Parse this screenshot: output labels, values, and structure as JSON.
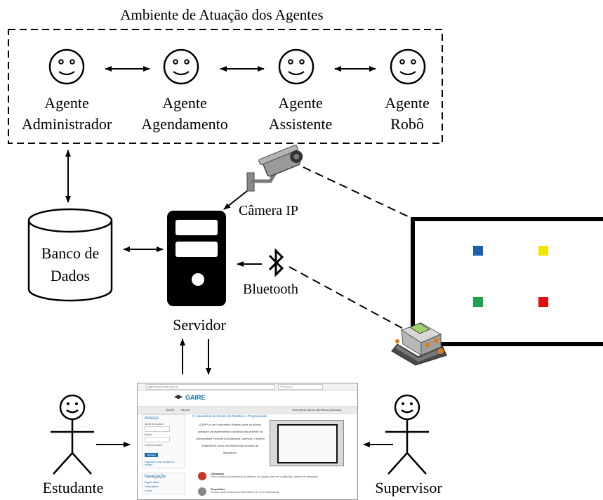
{
  "environment": {
    "title": "Ambiente de Atuação dos Agentes",
    "agents": [
      {
        "line1": "Agente",
        "line2": "Administrador"
      },
      {
        "line1": "Agente",
        "line2": "Agendamento"
      },
      {
        "line1": "Agente",
        "line2": "Assistente"
      },
      {
        "line1": "Agente",
        "line2": "Robô"
      }
    ]
  },
  "database": {
    "line1": "Banco de",
    "line2": "Dados"
  },
  "server": {
    "label": "Servidor"
  },
  "camera": {
    "label": "Câmera IP"
  },
  "bluetooth": {
    "label": "Bluetooth"
  },
  "actors": {
    "student": "Estudante",
    "supervisor": "Supervisor"
  },
  "arena": {
    "markers": [
      {
        "color": "#1f5fb0"
      },
      {
        "color": "#f2e600"
      },
      {
        "color": "#1aa34a"
      },
      {
        "color": "#e01010"
      }
    ]
  },
  "screenshot": {
    "url": "gaire.icomp.ufam.edu.br",
    "search_placeholder": "Pesquisar",
    "brand": "GAIRE",
    "nav_home": "GAIRE",
    "nav_menu": "Idioma",
    "nav_login": "Você ainda não se identificou (Acessar)",
    "access_title": "Acesso",
    "username_label": "Nome de usuário",
    "password_label": "Senha",
    "remember_label": "Lembrar usuário",
    "login_button": "Acesso",
    "forgot_link": "Esqueceu o seu usuário ou senha?",
    "navigation_title": "Navegação",
    "nav_links": [
      "Página inicial",
      "Notificações",
      "Cursos"
    ],
    "main_title": "O Laboratório de Ensino de Robótica e Programação",
    "main_text": "(LERP) é um Laboratório Remoto onde os alunos acessam os experimentos localizado fisicamente na Universidade Federal do Amazonas, obtendo o mesmo experiência como nos tradicionais ensaios de laboratório.",
    "item1_title": "Utilidades",
    "item1_desc": "Para o correto funcionamento do sistema, seu plugins deve ser configurado, através do navegador",
    "item2_title": "Requisitos",
    "item2_desc": "Possuir noções básicas de informática e ter um e-mail pessoal."
  }
}
